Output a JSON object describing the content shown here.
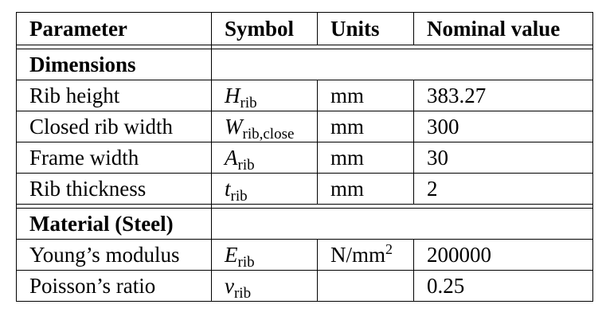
{
  "table": {
    "headers": {
      "parameter": "Parameter",
      "symbol": "Symbol",
      "units": "Units",
      "nominal": "Nominal value"
    },
    "sections": [
      {
        "title": "Dimensions",
        "rows": [
          {
            "parameter": "Rib height",
            "symbol_base": "H",
            "symbol_sub": "rib",
            "units": "mm",
            "units_sup": "",
            "value": "383.27"
          },
          {
            "parameter": "Closed rib width",
            "symbol_base": "W",
            "symbol_sub": "rib,close",
            "units": "mm",
            "units_sup": "",
            "value": "300"
          },
          {
            "parameter": "Frame width",
            "symbol_base": "A",
            "symbol_sub": "rib",
            "units": "mm",
            "units_sup": "",
            "value": "30"
          },
          {
            "parameter": "Rib thickness",
            "symbol_base": "t",
            "symbol_sub": "rib",
            "units": "mm",
            "units_sup": "",
            "value": "2"
          }
        ]
      },
      {
        "title": "Material (Steel)",
        "rows": [
          {
            "parameter": "Young’s modulus",
            "symbol_base": "E",
            "symbol_sub": "rib",
            "units": "N/mm",
            "units_sup": "2",
            "value": "200000"
          },
          {
            "parameter": "Poisson’s ratio",
            "symbol_base": "ν",
            "symbol_sub": "rib",
            "units": "",
            "units_sup": "",
            "value": "0.25"
          }
        ]
      }
    ]
  }
}
